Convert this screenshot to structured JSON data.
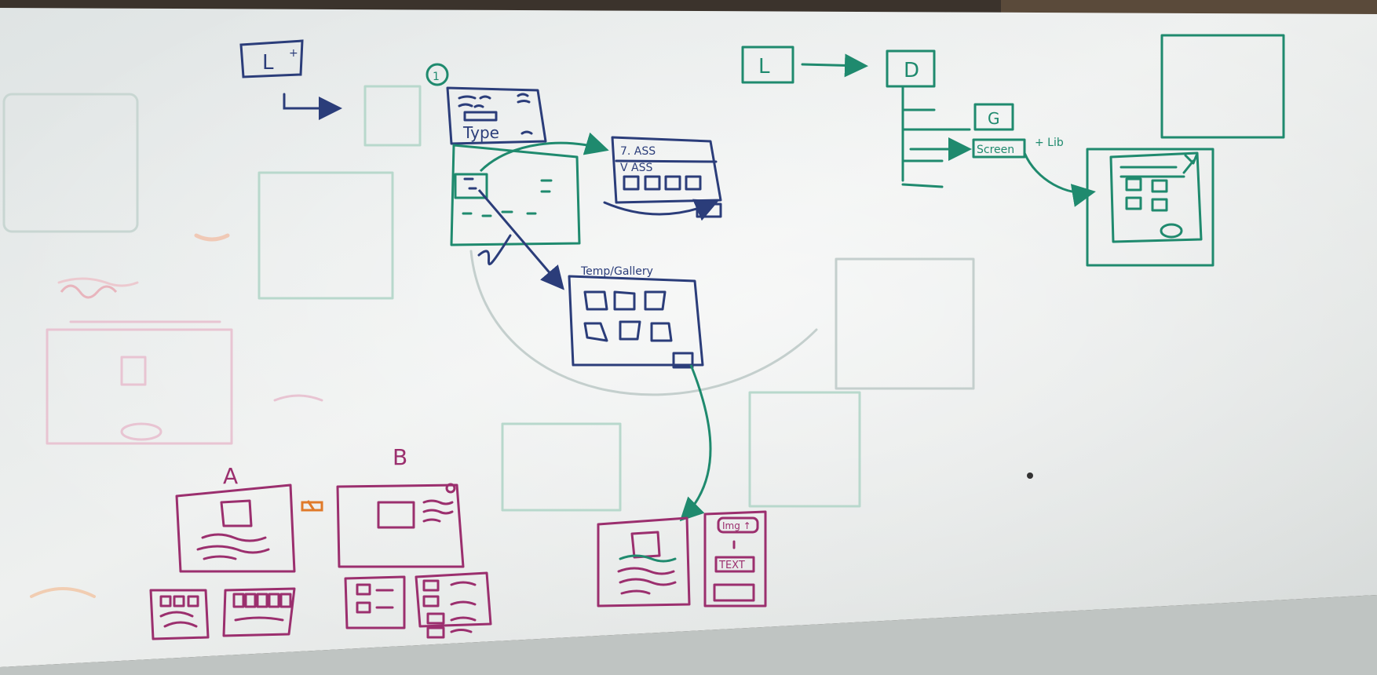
{
  "colors": {
    "board": "#e9ecec",
    "board_shadow": "#c9cecf",
    "frame": "#5a4a3a",
    "blue_marker": "#2b3d7a",
    "green_marker": "#1f8a6e",
    "magenta_marker": "#9b2f6e",
    "orange_marker": "#e07a2a",
    "ghost_green": "#b8d8cc",
    "ghost_pink": "#e8c4d2"
  },
  "labels": {
    "left_l": "L",
    "right_l": "L",
    "right_d": "D",
    "right_g": "G",
    "right_screen": "Screen",
    "right_lib": "+ Lib",
    "sketch_a": "A",
    "sketch_b": "B",
    "gallery_title": "Temp/Gallery",
    "assets_line_1": "7. ASS",
    "assets_line_2": "V ASS",
    "panel_text_tag": "Img ↑",
    "panel_text_btn": "TEXT",
    "form_type": "Type",
    "step_number": "1"
  },
  "icons": [
    "marker-stroke-arrow",
    "box-sketch",
    "squiggle-text"
  ]
}
